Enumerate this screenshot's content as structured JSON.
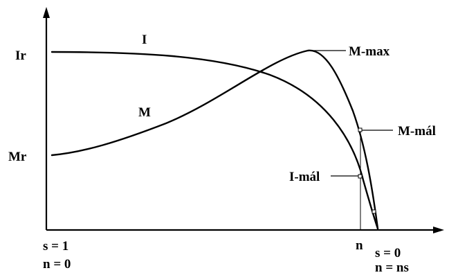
{
  "labels": {
    "current_curve": "I",
    "torque_curve": "M",
    "rated_current": "Ir",
    "rated_torque": "Mr",
    "max_torque": "M-max",
    "rated_torque_point": "M-mál",
    "rated_current_point": "I-mál",
    "rated_speed": "n",
    "origin_slip": "s = 1",
    "origin_speed": "n = 0",
    "sync_slip": "s = 0",
    "sync_speed": "n = ns"
  }
}
